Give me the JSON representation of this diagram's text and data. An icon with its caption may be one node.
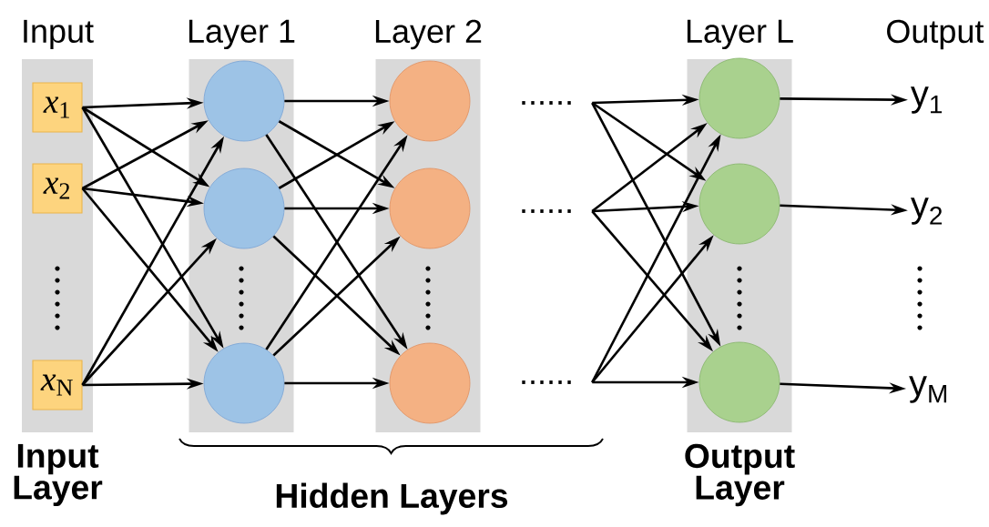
{
  "diagram": {
    "nodes": [
      {
        "text": [
          "Input"
        ],
        "beside": [
          "Input Layer"
        ]
      },
      {
        "text": [
          "*x*$_{1}$"
        ],
        "in": 0
      },
      {
        "text": [
          "*x*$_{2}$"
        ],
        "in": 0
      },
      {
        "text": [
          "*x*$_{N}$"
        ],
        "in": 0
      },
      {
        "text": [
          "Layer 1"
        ]
      },
      {
        "text": [],
        "shape": "circle",
        "in": 4
      },
      {
        "text": [],
        "shape": "circle",
        "in": 4
      },
      {
        "text": [],
        "shape": "circle",
        "in": 4
      },
      {
        "text": [
          "Layer 2"
        ]
      },
      {
        "text": [],
        "shape": "circle",
        "in": 8
      },
      {
        "text": [],
        "shape": "circle",
        "in": 8
      },
      {
        "text": [],
        "shape": "circle",
        "in": 8
      },
      {
        "text": [
          "......"
        ]
      },
      {
        "text": [
          "......"
        ]
      },
      {
        "text": [
          "......"
        ]
      },
      {
        "text": [
          "Layer L"
        ],
        "beside": [
          "Output Layer"
        ]
      },
      {
        "text": [],
        "shape": "circle",
        "in": 15
      },
      {
        "text": [],
        "shape": "circle",
        "in": 15
      },
      {
        "text": [],
        "shape": "circle",
        "in": 15
      },
      {
        "text": [
          "y$_{1}$"
        ]
      },
      {
        "text": [
          "y$_{2}$"
        ]
      },
      {
        "text": [
          "y$_{M}$"
        ]
      }
    ],
    "edges": [
      {
        "from": 1,
        "to": 5,
        "arrow": "to"
      },
      {
        "from": 1,
        "to": 6,
        "arrow": "to"
      },
      {
        "from": 1,
        "to": 7,
        "arrow": "to"
      },
      {
        "from": 2,
        "to": 5,
        "arrow": "to"
      },
      {
        "from": 2,
        "to": 6,
        "arrow": "to"
      },
      {
        "from": 2,
        "to": 7,
        "arrow": "to"
      },
      {
        "from": 3,
        "to": 5,
        "arrow": "to"
      },
      {
        "from": 3,
        "to": 6,
        "arrow": "to"
      },
      {
        "from": 3,
        "to": 7,
        "arrow": "to"
      },
      {
        "from": 5,
        "to": 9,
        "arrow": "to"
      },
      {
        "from": 5,
        "to": 10,
        "arrow": "to"
      },
      {
        "from": 5,
        "to": 11,
        "arrow": "to"
      },
      {
        "from": 6,
        "to": 9,
        "arrow": "to"
      },
      {
        "from": 6,
        "to": 10,
        "arrow": "to"
      },
      {
        "from": 6,
        "to": 11,
        "arrow": "to"
      },
      {
        "from": 7,
        "to": 9,
        "arrow": "to"
      },
      {
        "from": 7,
        "to": 10,
        "arrow": "to"
      },
      {
        "from": 7,
        "to": 11,
        "arrow": "to"
      },
      {
        "from": 12,
        "to": 16,
        "arrow": "to"
      },
      {
        "from": 12,
        "to": 17,
        "arrow": "to"
      },
      {
        "from": 12,
        "to": 18,
        "arrow": "to"
      },
      {
        "from": 13,
        "to": 16,
        "arrow": "to"
      },
      {
        "from": 13,
        "to": 17,
        "arrow": "to"
      },
      {
        "from": 13,
        "to": 18,
        "arrow": "to"
      },
      {
        "from": 14,
        "to": 16,
        "arrow": "to"
      },
      {
        "from": 14,
        "to": 17,
        "arrow": "to"
      },
      {
        "from": 14,
        "to": 18,
        "arrow": "to"
      },
      {
        "from": 16,
        "to": 19,
        "arrow": "to"
      },
      {
        "from": 17,
        "to": 20,
        "arrow": "to"
      },
      {
        "from": 18,
        "to": 21,
        "arrow": "to"
      }
    ],
    "labels": [
      "Output",
      "Hidden Layers"
    ]
  }
}
